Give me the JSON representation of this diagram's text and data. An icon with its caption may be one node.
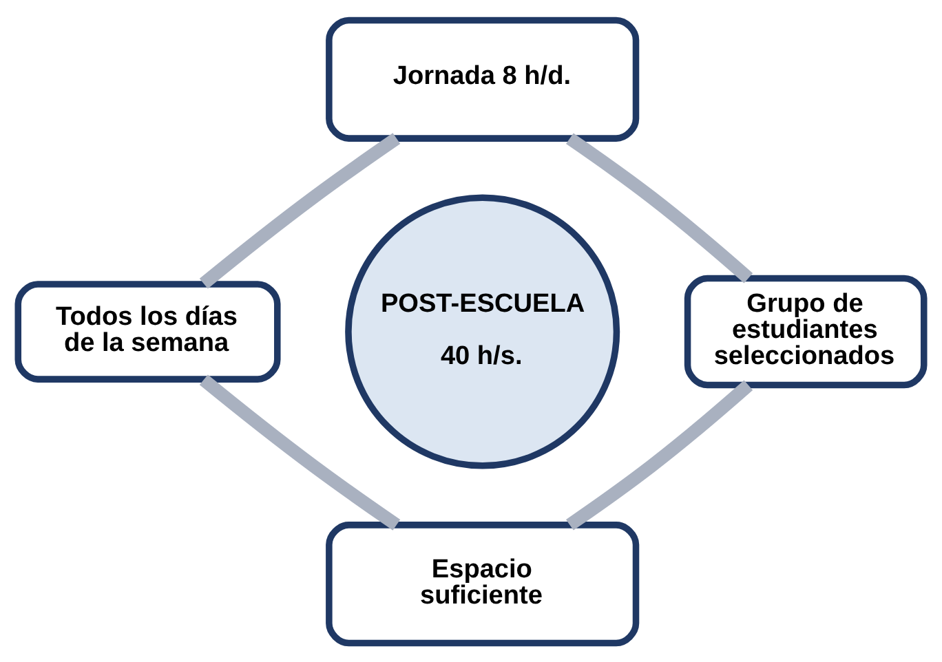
{
  "diagram": {
    "nodes": [
      {
        "text": [
          "Jornada 8 h/d."
        ]
      },
      {
        "text": [
          "Todos los días de la semana"
        ]
      },
      {
        "text": [
          "POST-ESCUELA",
          "40 h/s."
        ]
      },
      {
        "text": [
          "Grupo de estudiantes seleccionados"
        ]
      },
      {
        "text": [
          "Espacio suficiente"
        ]
      }
    ],
    "edges": [
      {
        "from": 0,
        "to": 3,
        "arrow": "none"
      },
      {
        "from": 3,
        "to": 4,
        "arrow": "none"
      },
      {
        "from": 4,
        "to": 1,
        "arrow": "none"
      },
      {
        "from": 1,
        "to": 0,
        "arrow": "none"
      }
    ]
  }
}
